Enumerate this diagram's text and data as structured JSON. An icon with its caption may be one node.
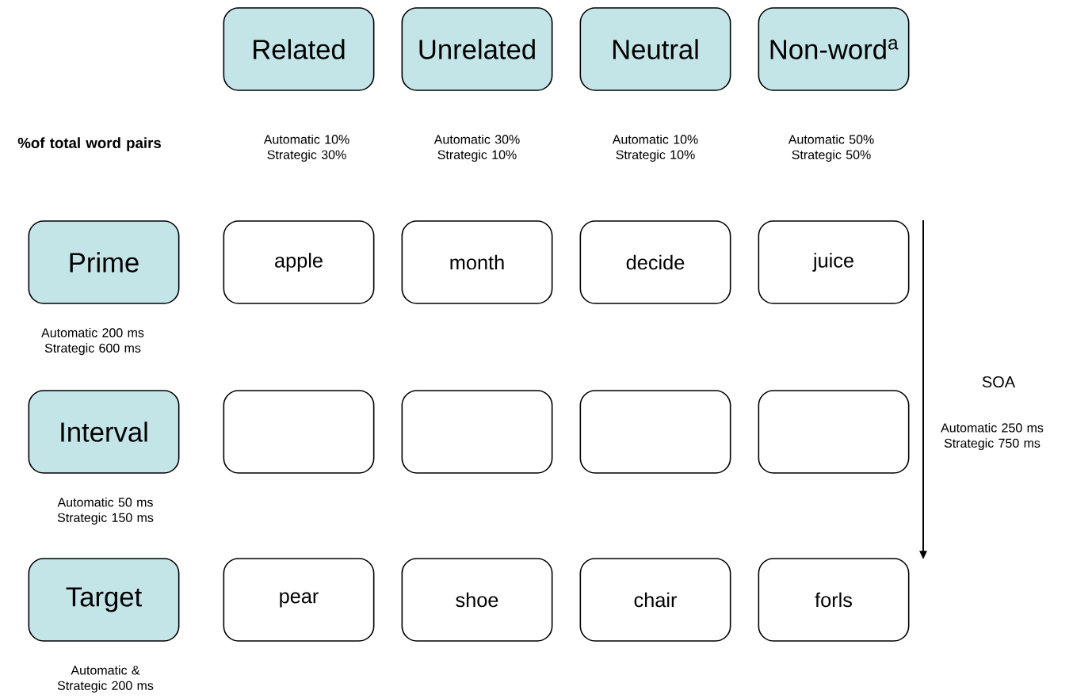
{
  "diagram": {
    "nodes": [
      {
        "text": [
          "Related"
        ],
        "beside": [
          "Automatic 10% Strategic 30%"
        ]
      },
      {
        "text": [
          "Unrelated"
        ],
        "beside": [
          "Automatic 30% Strategic 10%"
        ]
      },
      {
        "text": [
          "Neutral"
        ],
        "beside": [
          "Automatic 10% Strategic 10%"
        ]
      },
      {
        "text": [
          "Non-word$^{a}$"
        ],
        "beside": [
          "Automatic 50% Strategic 50%"
        ]
      },
      {
        "text": [
          "Prime"
        ],
        "beside": [
          "Automatic 200 ms Strategic 600 ms"
        ]
      },
      {
        "text": [
          "apple"
        ]
      },
      {
        "text": [
          "month"
        ]
      },
      {
        "text": [
          "decide"
        ]
      },
      {
        "text": [
          "juice"
        ]
      },
      {
        "text": [
          "Interval"
        ],
        "beside": [
          "Automatic 50 ms Strategic 150 ms"
        ]
      },
      {
        "text": [],
        "shape": "box"
      },
      {
        "text": [],
        "shape": "box"
      },
      {
        "text": [],
        "shape": "box"
      },
      {
        "text": [],
        "shape": "box"
      },
      {
        "text": [
          "Target"
        ],
        "beside": [
          "Automatic & Strategic 200 ms"
        ]
      },
      {
        "text": [
          "pear"
        ]
      },
      {
        "text": [
          "shoe"
        ]
      },
      {
        "text": [
          "chair"
        ]
      },
      {
        "text": [
          "forls"
        ]
      }
    ],
    "labels": [
      "%of total word pairs",
      "SOA",
      "Automatic 250 ms Strategic 750 ms"
    ]
  }
}
